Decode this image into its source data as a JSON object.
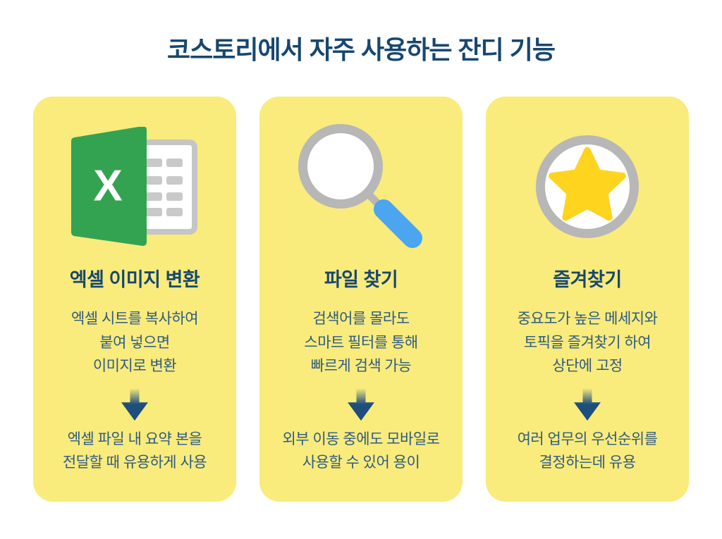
{
  "page": {
    "title": "코스토리에서 자주 사용하는 잔디 기능"
  },
  "colors": {
    "background": "#FFFFFF",
    "card_background": "#F9EB7C",
    "heading_navy": "#17476F",
    "body_navy": "#2E5B84",
    "arrow_navy": "#1D4E7C",
    "excel_green": "#33A352",
    "sheet_border_gray": "#C5C5C5",
    "sheet_cell_gray": "#C9C9C9",
    "magnifier_ring_gray": "#B7B7B7",
    "magnifier_handle_blue": "#4BA5F0",
    "star_ring_gray": "#B7B7B7",
    "star_yellow": "#FFD41E"
  },
  "cards": [
    {
      "id": "excel-image-conversion",
      "icon": "excel-icon",
      "icon_letter": "X",
      "title": "엑셀 이미지 변환",
      "description_lines": [
        "엑셀 시트를 복사하여",
        "붙여 넣으면",
        "이미지로 변환"
      ],
      "benefit_lines": [
        "엑셀 파일 내 요약 본을",
        "전달할 때 유용하게 사용"
      ]
    },
    {
      "id": "file-search",
      "icon": "magnifier-icon",
      "title": "파일 찾기",
      "description_lines": [
        "검색어를 몰라도",
        "스마트 필터를 통해",
        "빠르게 검색 가능"
      ],
      "benefit_lines": [
        "외부 이동 중에도 모바일로",
        "사용할 수 있어 용이"
      ]
    },
    {
      "id": "favorites",
      "icon": "star-icon",
      "title": "즐겨찾기",
      "description_lines": [
        "중요도가 높은 메세지와",
        "토픽을 즐겨찾기 하여",
        "상단에 고정"
      ],
      "benefit_lines": [
        "여러 업무의 우선순위를",
        "결정하는데 유용"
      ]
    }
  ]
}
